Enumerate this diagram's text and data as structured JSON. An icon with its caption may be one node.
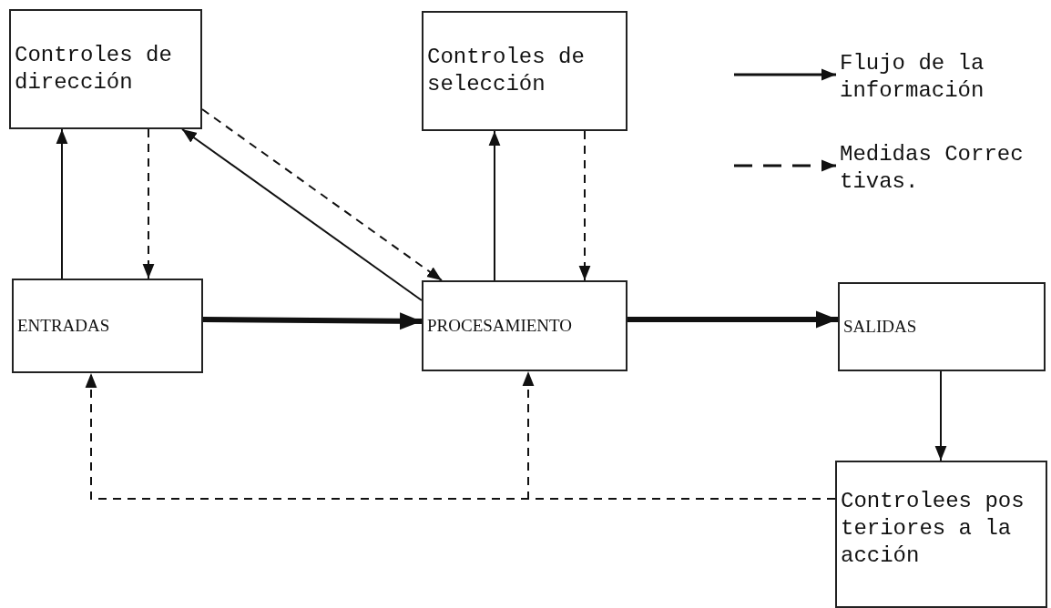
{
  "diagram": {
    "nodes": [
      {
        "text": [
          "Controles de dirección"
        ]
      },
      {
        "text": [
          "Controles de selección"
        ]
      },
      {
        "text": [
          "ENTRADAS"
        ]
      },
      {
        "text": [
          "PROCESAMIENTO"
        ]
      },
      {
        "text": [
          "SALIDAS"
        ]
      },
      {
        "text": [
          "Controlees pos teriores a la acción"
        ]
      }
    ],
    "edges": [
      {
        "from": 2,
        "to": 0,
        "arrow": "to"
      },
      {
        "from": 0,
        "to": 2,
        "arrow": "to",
        "style": "dashed"
      },
      {
        "from": 3,
        "to": 0,
        "arrow": "to"
      },
      {
        "from": 0,
        "to": 3,
        "arrow": "to",
        "style": "dashed"
      },
      {
        "from": 3,
        "to": 1,
        "arrow": "to"
      },
      {
        "from": 1,
        "to": 3,
        "arrow": "to",
        "style": "dashed"
      },
      {
        "from": 2,
        "to": 3,
        "arrow": "to",
        "style": "thick"
      },
      {
        "from": 3,
        "to": 4,
        "arrow": "to",
        "style": "thick"
      },
      {
        "from": 4,
        "to": 5,
        "arrow": "to"
      },
      {
        "from": 5,
        "to": 2,
        "arrow": "to",
        "style": "dashed"
      },
      {
        "from": 5,
        "to": 3,
        "arrow": "to",
        "style": "dashed"
      }
    ],
    "legend": [
      {
        "text": "Flujo de la información"
      },
      {
        "text": "Medidas Correc tivas."
      }
    ]
  }
}
